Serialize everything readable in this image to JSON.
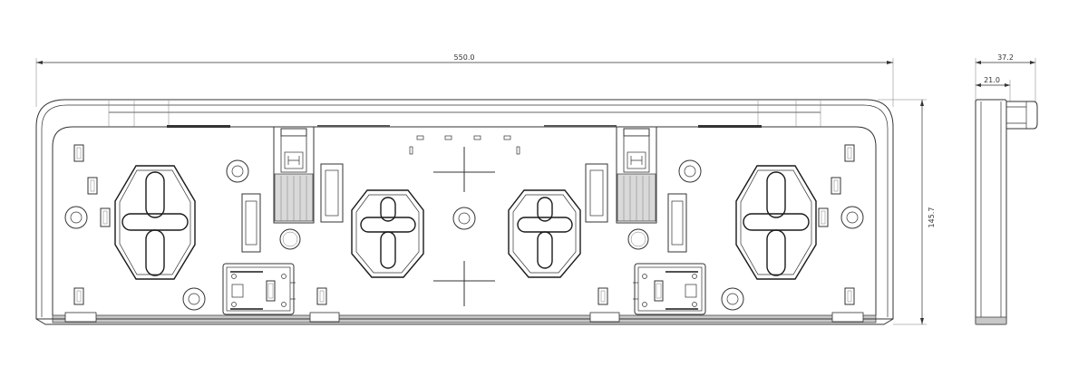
{
  "drawing": {
    "dimensions": {
      "overall_width": "550.0",
      "overall_height": "145.7",
      "side_depth": "37.2",
      "side_offset": "21.0"
    },
    "colors": {
      "line": "#333333",
      "background": "#ffffff",
      "grey_fill": "#c8c8c8"
    }
  }
}
